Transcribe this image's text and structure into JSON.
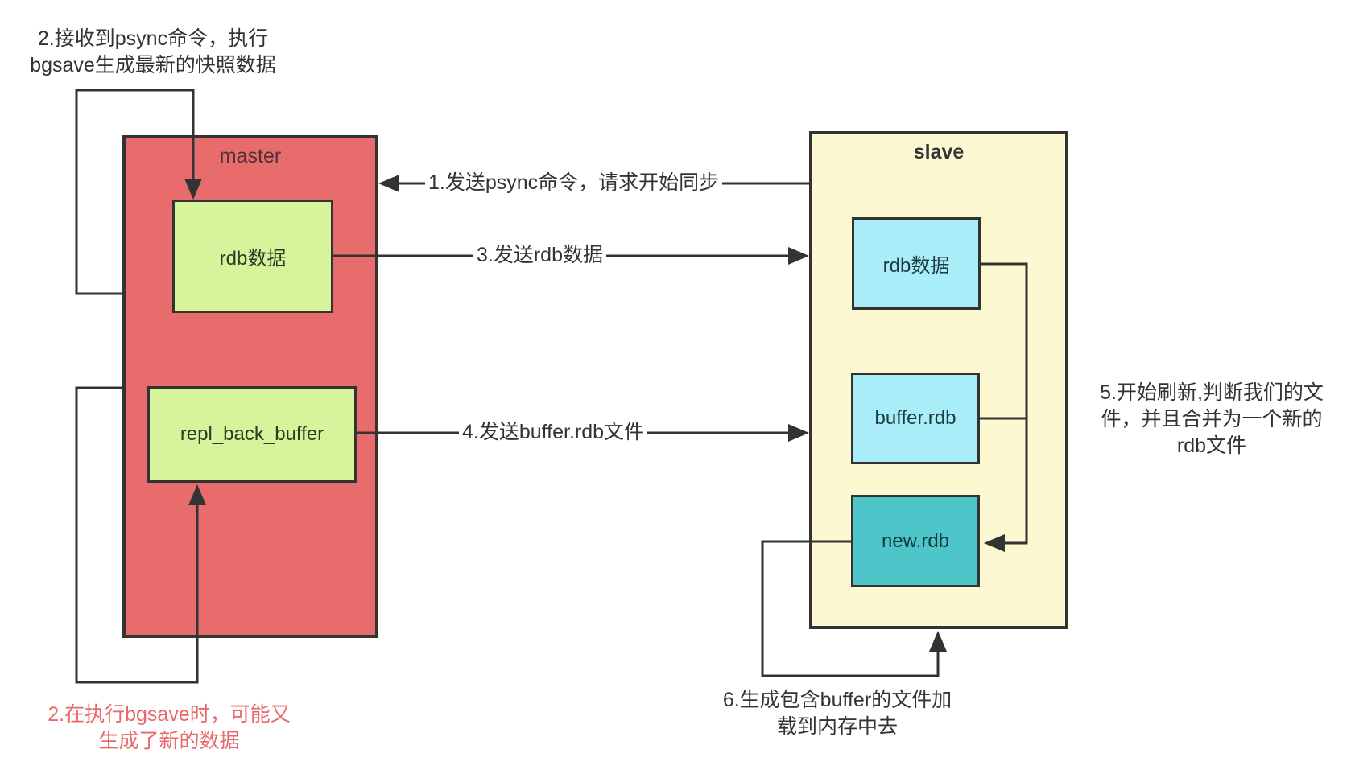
{
  "diagram_title": "redis master-slave psync replication flow",
  "colors": {
    "master_fill": "#e96c6c",
    "master_inner_fill": "#d7f39c",
    "slave_fill": "#fbf8d2",
    "slave_inner_fill": "#a8edf8",
    "new_rdb_fill": "#4ec5c9",
    "line": "#333333",
    "red_note_text": "#e8696b"
  },
  "master": {
    "label": "master",
    "boxes": [
      {
        "label": "rdb数据"
      },
      {
        "label": "repl_back_buffer"
      }
    ]
  },
  "slave": {
    "label": "slave",
    "boxes": [
      {
        "label": "rdb数据"
      },
      {
        "label": "buffer.rdb"
      },
      {
        "label": "new.rdb"
      }
    ]
  },
  "annotations": {
    "step2_top": {
      "lines": [
        "2.接收到psync命令，执行",
        "bgsave生成最新的快照数据"
      ]
    },
    "step1": {
      "label": "1.发送psync命令，请求开始同步"
    },
    "step3": {
      "label": "3.发送rdb数据"
    },
    "step4": {
      "label": "4.发送buffer.rdb文件"
    },
    "step5": {
      "lines": [
        "5.开始刷新,判断我们的文",
        "件，并且合并为一个新的",
        "rdb文件"
      ]
    },
    "step6": {
      "lines": [
        "6.生成包含buffer的文件加",
        "载到内存中去"
      ]
    },
    "step2_red": {
      "lines": [
        "2.在执行bgsave时，可能又",
        "生成了新的数据"
      ]
    }
  }
}
